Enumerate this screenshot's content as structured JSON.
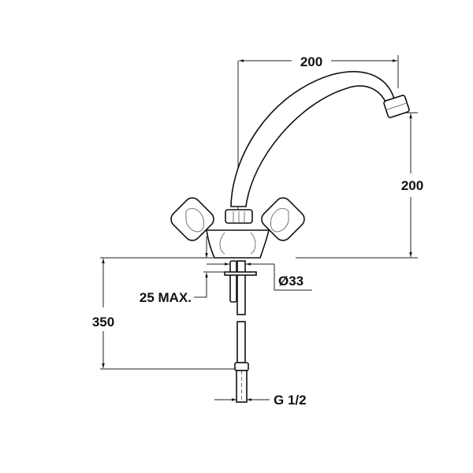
{
  "drawing": {
    "dimensions": {
      "spout_reach": "200",
      "spout_height": "200",
      "total_height_below_deck": "350",
      "deck_thickness": "25 MAX.",
      "hole_diameter": "Ø33",
      "connection_thread": "G 1/2"
    },
    "line_color": "#111111",
    "background": "#ffffff"
  }
}
